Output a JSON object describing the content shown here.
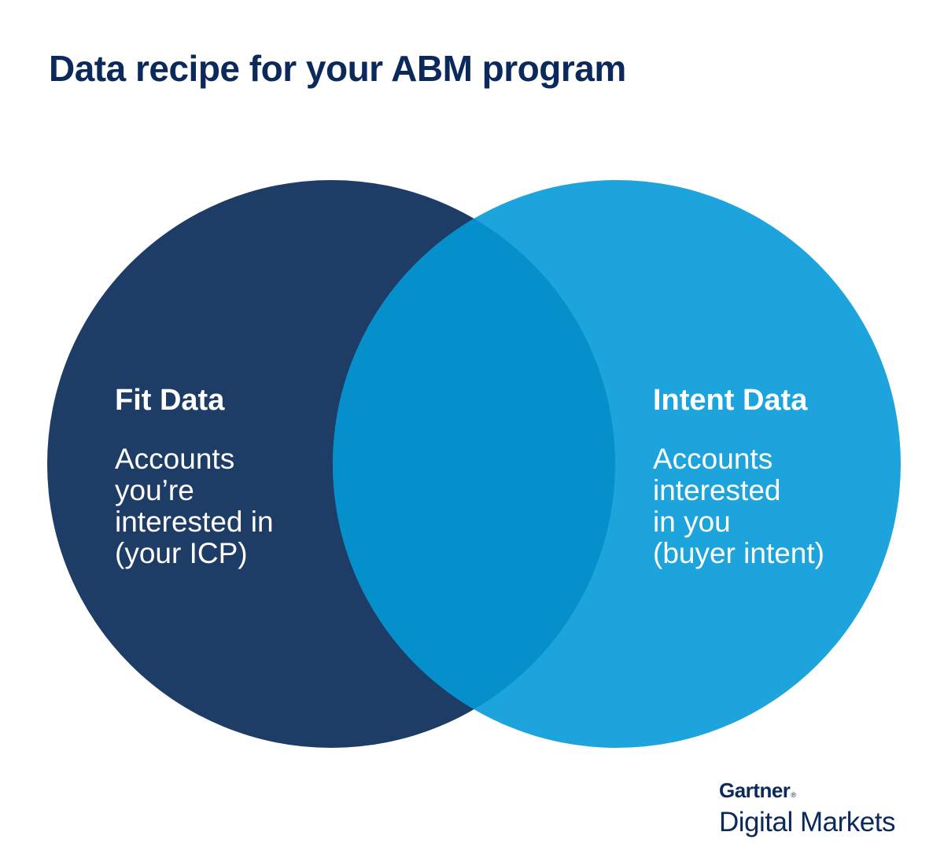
{
  "title": "Data recipe for your ABM program",
  "colors": {
    "title": "#0b2a5b",
    "fit_circle": "#1d3c66",
    "intent_circle": "#1ea4dc",
    "overlap": "#0690cb",
    "label_text": "#ffffff"
  },
  "venn": {
    "left": {
      "heading": "Fit Data",
      "lines": [
        "Accounts",
        "you’re",
        "interested in",
        "(your ICP)"
      ]
    },
    "right": {
      "heading": "Intent Data",
      "lines": [
        "Accounts",
        "interested",
        "in you",
        "(buyer intent)"
      ]
    }
  },
  "brand": {
    "logo": "Gartner",
    "logo_mark": "®",
    "subtitle": "Digital Markets"
  }
}
